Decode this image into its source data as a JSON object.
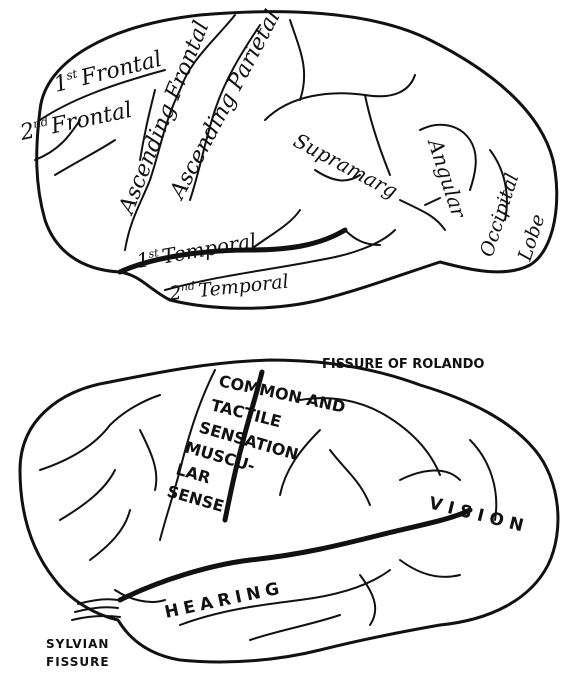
{
  "upper_diagram": {
    "labels": {
      "first_frontal_sup": "st",
      "first_frontal": "1",
      "first_frontal_text": "Frontal",
      "second_frontal": "2",
      "second_frontal_sup": "nd",
      "second_frontal_text": "Frontal",
      "ascending_frontal": "Ascending Frontal",
      "ascending_parietal": "Ascending Parietal",
      "supramarg": "Supramarg",
      "angular": "Angular",
      "occipital": "Occipital",
      "lobe": "Lobe",
      "first_temporal": "1",
      "first_temporal_sup": "st",
      "first_temporal_text": "Temporal",
      "second_temporal": "2",
      "second_temporal_sup": "nd",
      "second_temporal_text": "Temporal"
    }
  },
  "lower_diagram": {
    "labels": {
      "fissure_of_rolando": "FISSURE OF ROLANDO",
      "common_and": "COMMON AND",
      "tactile": "TACTILE",
      "sensation": "SENSATION",
      "muscu": "MUSCU-",
      "lar": "LAR",
      "sense": "SENSE",
      "vision": "VISION",
      "hearing": "HEARING",
      "sylvian": "SYLVIAN",
      "fissure": "FISSURE"
    }
  },
  "colors": {
    "ink": "#111111",
    "paper": "#ffffff"
  }
}
